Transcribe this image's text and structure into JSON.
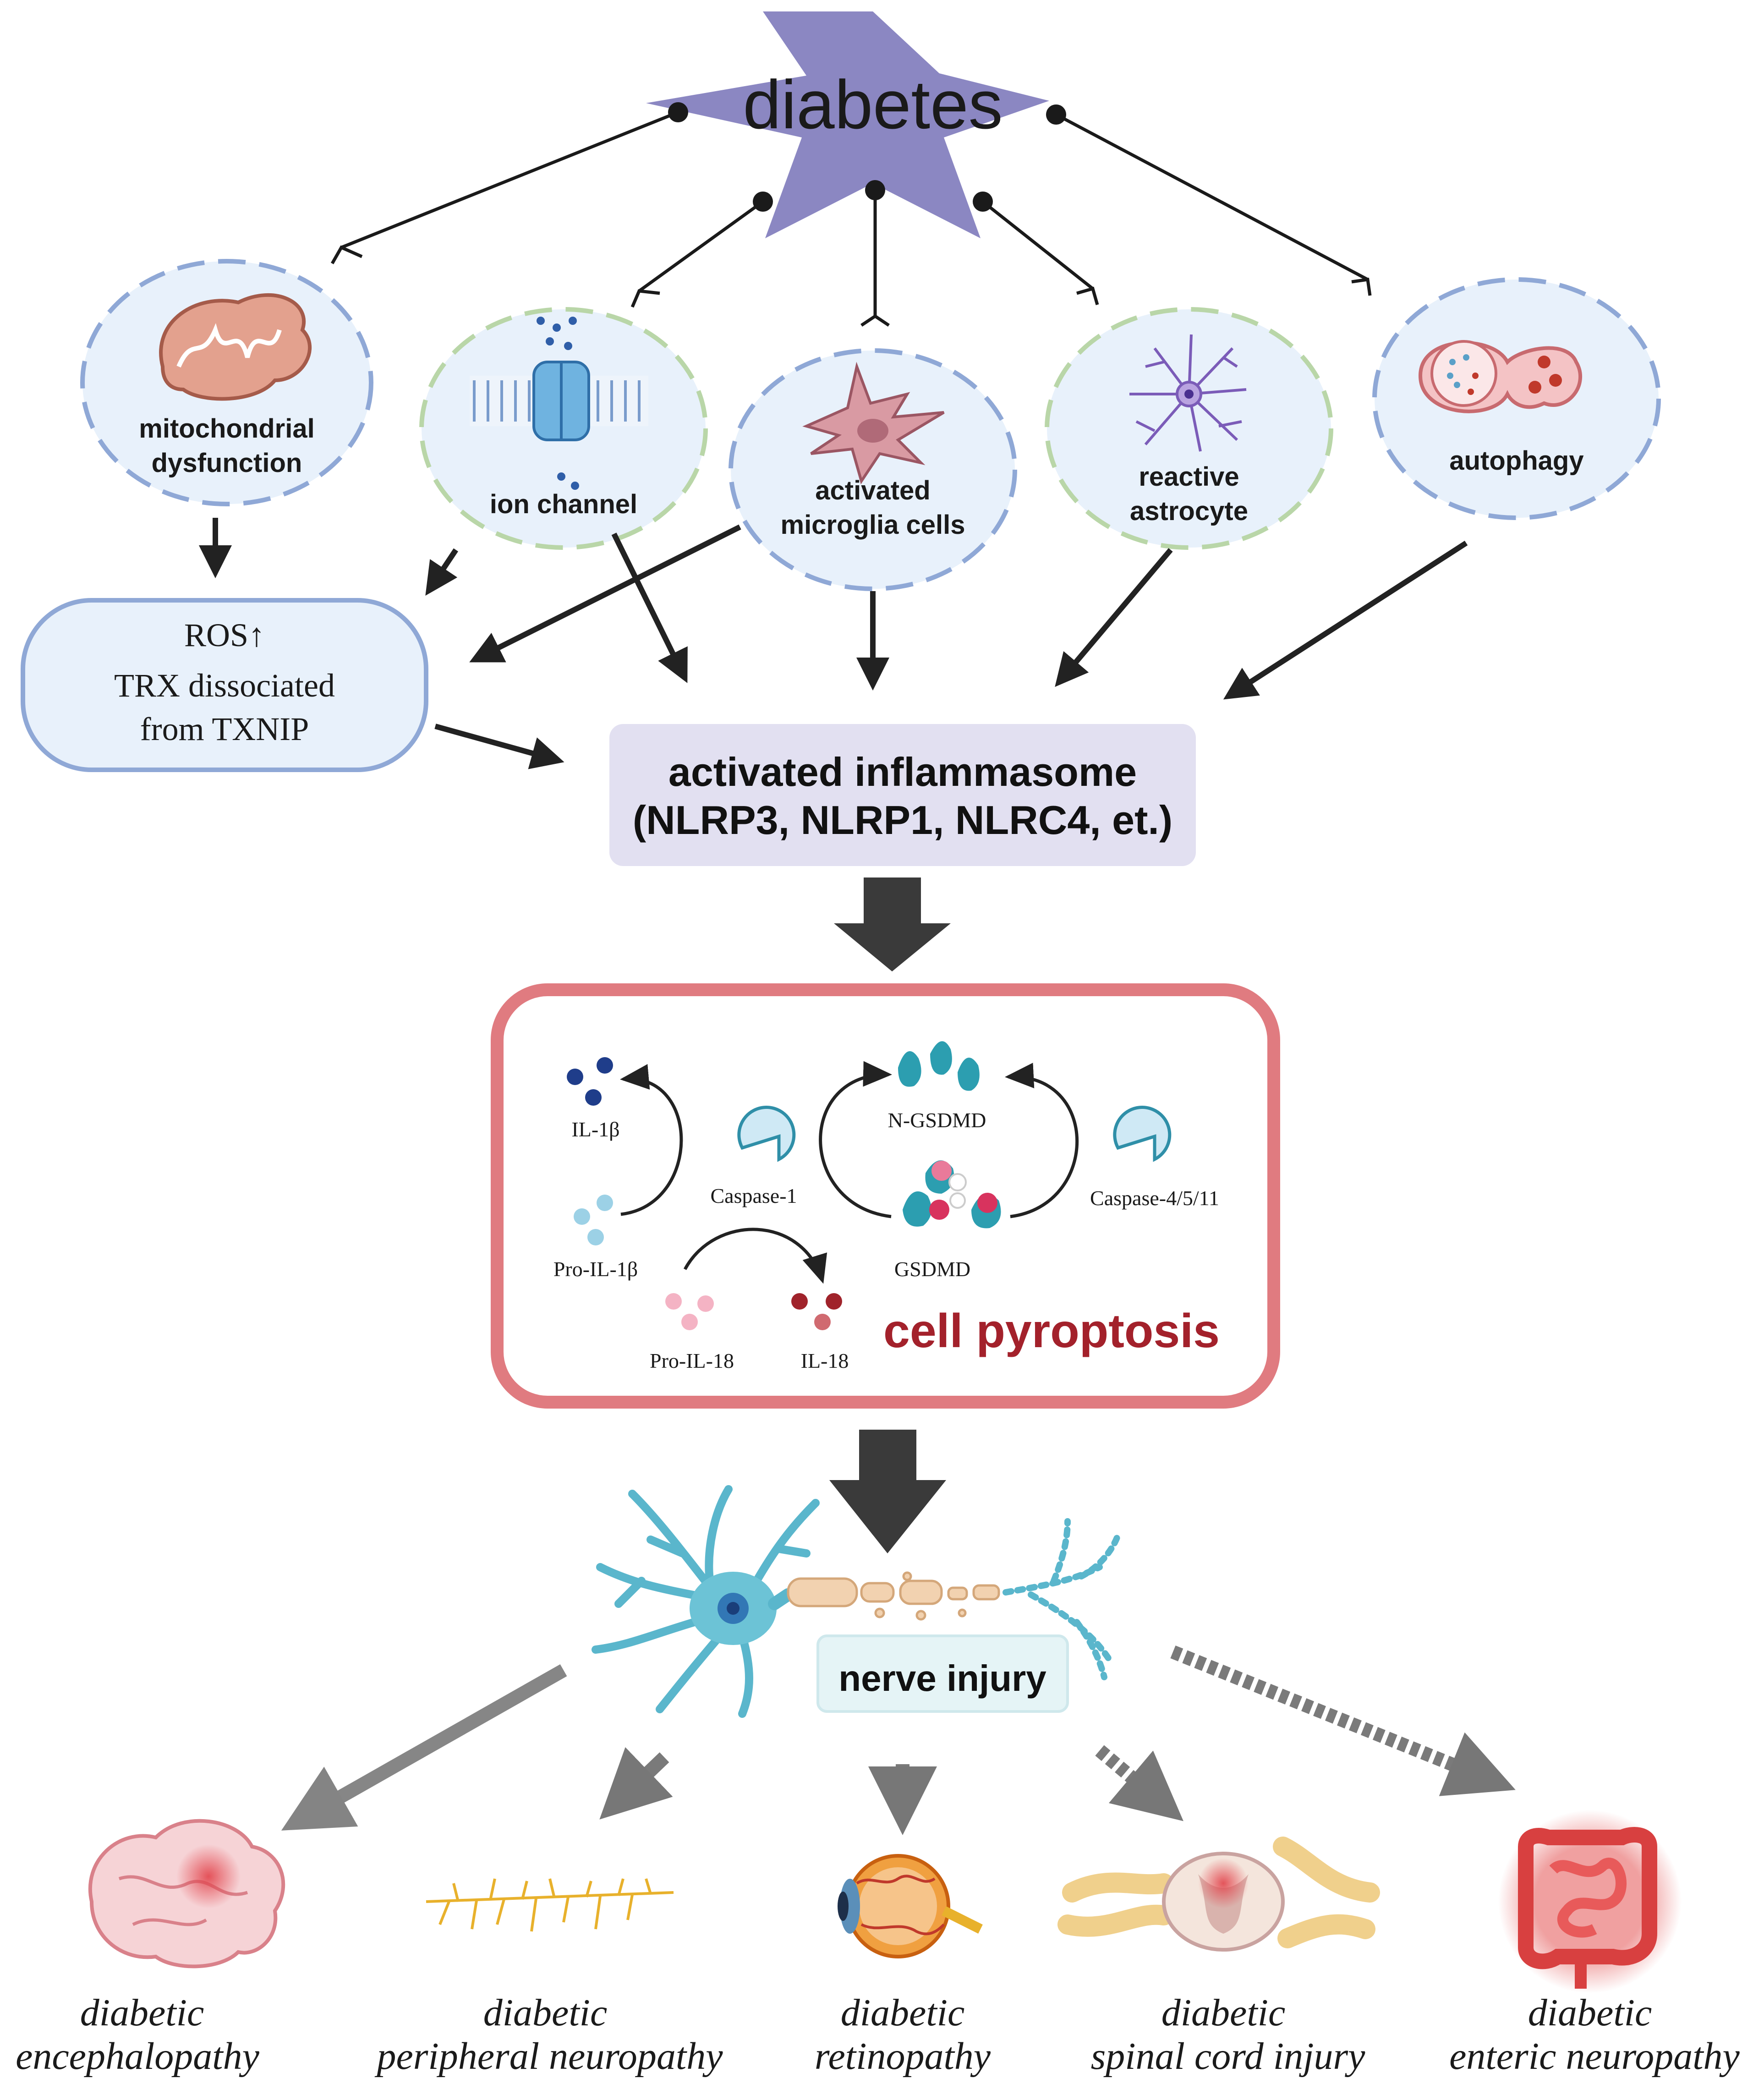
{
  "top": {
    "title": "diabetes"
  },
  "mechanisms": [
    {
      "id": "mito",
      "label_lines": [
        "mitochondrial",
        "dysfunction"
      ]
    },
    {
      "id": "ion",
      "label_lines": [
        "ion channel"
      ]
    },
    {
      "id": "microglia",
      "label_lines": [
        "activated",
        "microglia cells"
      ]
    },
    {
      "id": "astro",
      "label_lines": [
        "reactive",
        "astrocyte"
      ]
    },
    {
      "id": "autophagy",
      "label_lines": [
        "autophagy"
      ]
    }
  ],
  "ros_box": {
    "lines": [
      "ROS↑",
      "TRX dissociated",
      "from TXNIP"
    ]
  },
  "inflammasome": {
    "line1": "activated inflammasome",
    "line2": "(NLRP3, NLRP1, NLRC4, et.)"
  },
  "pyroptosis": {
    "title": "cell pyroptosis",
    "labels": {
      "il1b": "IL-1β",
      "pro_il1b": "Pro-IL-1β",
      "caspase1": "Caspase-1",
      "pro_il18": "Pro-IL-18",
      "il18": "IL-18",
      "n_gsdmd": "N-GSDMD",
      "gsdmd": "GSDMD",
      "caspase4511": "Caspase-4/5/11"
    }
  },
  "nerve": {
    "label": "nerve injury"
  },
  "outcomes": [
    {
      "id": "enceph",
      "line1": "diabetic",
      "line2": "encephalopathy"
    },
    {
      "id": "periph",
      "line1": "diabetic",
      "line2": "peripheral neuropathy"
    },
    {
      "id": "retino",
      "line1": "diabetic",
      "line2": "retinopathy"
    },
    {
      "id": "spinal",
      "line1": "diabetic",
      "line2": "spinal cord injury"
    },
    {
      "id": "enteric",
      "line1": "diabetic",
      "line2": "enteric neuropathy"
    }
  ],
  "colors": {
    "star": "#8b87c2",
    "node_fill": "#e8f1fb",
    "node_border_blue": "#8fa8d6",
    "node_border_green": "#b9d6a8",
    "inflammasome_fill": "#e2e0f1",
    "pyro_border": "#e07b80",
    "arrow_dark": "#333333",
    "arrow_grey": "#7a7a7a"
  }
}
